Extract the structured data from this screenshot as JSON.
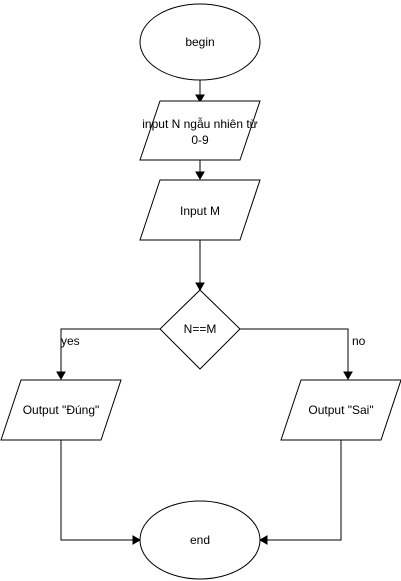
{
  "diagram": {
    "nodes": {
      "begin": {
        "shape": "ellipse",
        "label": "begin"
      },
      "input_n": {
        "shape": "parallelogram",
        "label_line1": "input N ngẫu nhiên từ",
        "label_line2": "0-9"
      },
      "input_m": {
        "shape": "parallelogram",
        "label": "Input M"
      },
      "decision": {
        "shape": "diamond",
        "label": "N==M"
      },
      "output_dung": {
        "shape": "parallelogram",
        "label": "Output \"Đúng\""
      },
      "output_sai": {
        "shape": "parallelogram",
        "label": "Output \"Sai\""
      },
      "end": {
        "shape": "ellipse",
        "label": "end"
      }
    },
    "edges": {
      "yes_label": "yes",
      "no_label": "no"
    }
  }
}
